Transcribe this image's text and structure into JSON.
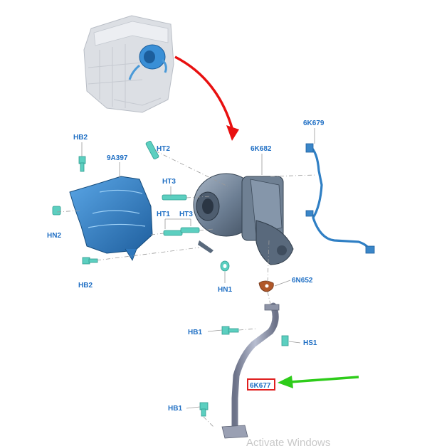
{
  "labels": {
    "hb2_top": "HB2",
    "nine_a397": "9A397",
    "ht2": "HT2",
    "ht3_top": "HT3",
    "ht1": "HT1",
    "ht3_mid": "HT3",
    "hn2": "HN2",
    "hb2_bottom": "HB2",
    "hn1": "HN1",
    "six_k682": "6K682",
    "six_k679": "6K679",
    "six_n652": "6N652",
    "hb1_mid": "HB1",
    "hs1": "HS1",
    "six_k677": "6K677",
    "hb1_bottom": "HB1"
  },
  "watermark": "Activate Windows",
  "colors": {
    "label": "#1f6fc4",
    "highlight_box": "#e02020",
    "pointer_arrow_red": "#e81010",
    "pointer_arrow_green": "#2ecc1a",
    "part_blue": "#3a86c8",
    "fastener_teal": "#5ccfc0",
    "gasket": "#b0582a",
    "pipe_gray": "#8d93a6"
  },
  "icons": {
    "engine": "engine-block-icon",
    "turbo": "turbocharger-icon"
  }
}
